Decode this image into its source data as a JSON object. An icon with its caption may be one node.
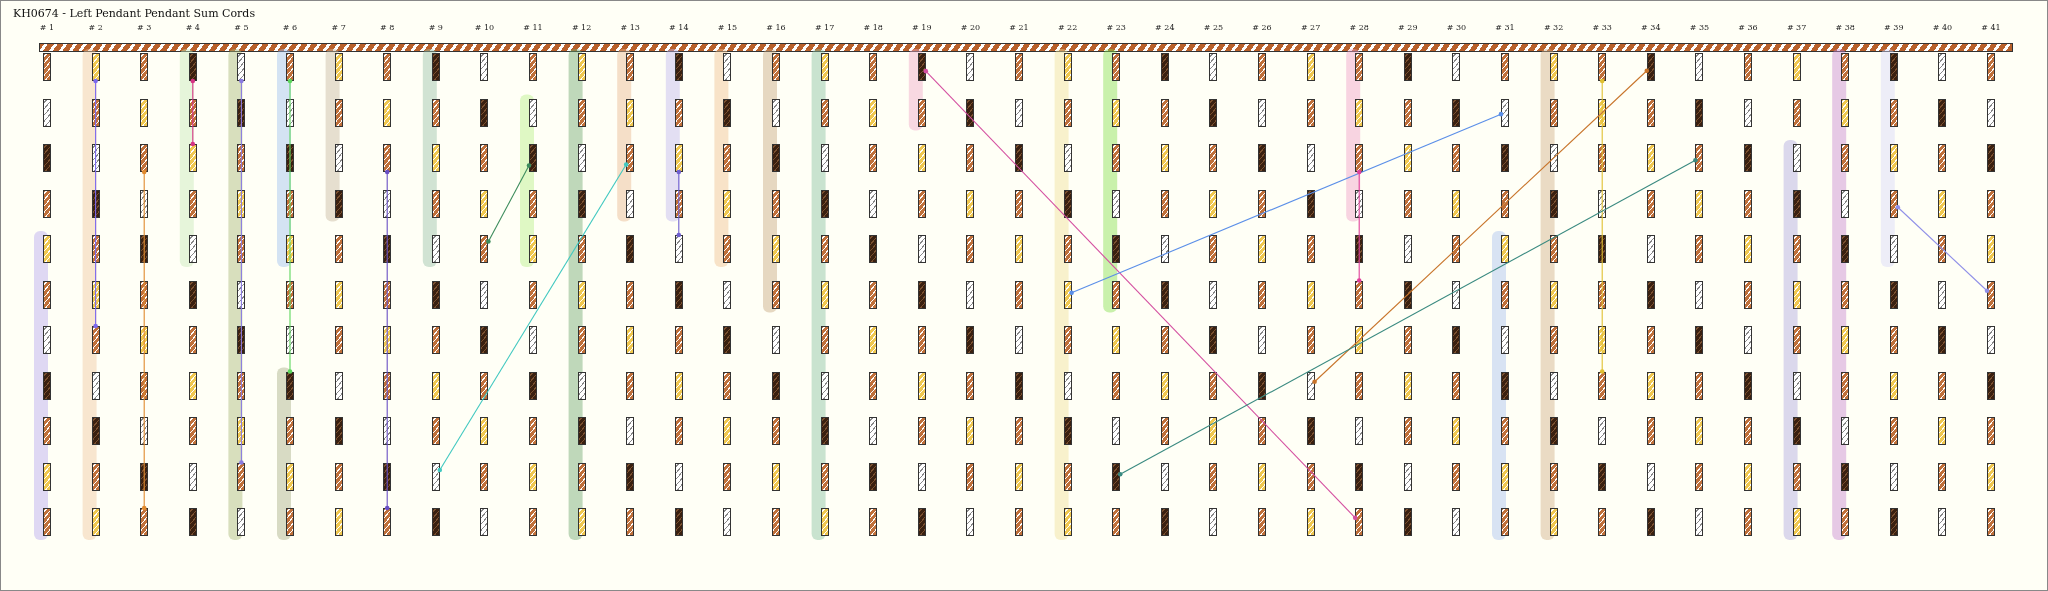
{
  "diagram": {
    "title": "KH0674 - Left Pendant Pendant Sum Cords",
    "nodes": [
      {
        "text": [],
        "shape": "bar"
      },
      {
        "text": [],
        "shape": "bar"
      },
      {
        "text": [],
        "shape": "bar"
      },
      {
        "text": [],
        "shape": "bar"
      },
      {
        "text": [],
        "shape": "bar"
      },
      {
        "text": [],
        "shape": "bar"
      },
      {
        "text": [],
        "shape": "bar"
      },
      {
        "text": [],
        "shape": "bar"
      },
      {
        "text": [],
        "shape": "bar"
      },
      {
        "text": [],
        "shape": "bar"
      },
      {
        "text": [],
        "shape": "bar"
      },
      {
        "text": [],
        "shape": "bar"
      },
      {
        "text": [],
        "shape": "bar"
      },
      {
        "text": [],
        "shape": "bar"
      },
      {
        "text": [],
        "shape": "bar"
      },
      {
        "text": [],
        "shape": "bar"
      },
      {
        "text": [],
        "shape": "bar"
      },
      {
        "text": [],
        "shape": "bar"
      },
      {
        "text": [],
        "shape": "bar"
      },
      {
        "text": [],
        "shape": "bar"
      },
      {
        "text": [],
        "shape": "bar"
      },
      {
        "text": [],
        "shape": "bar"
      },
      {
        "text": [],
        "shape": "bar"
      },
      {
        "text": [],
        "shape": "bar"
      },
      {
        "text": [],
        "shape": "bar"
      },
      {
        "text": [],
        "shape": "bar"
      },
      {
        "text": [],
        "shape": "bar"
      },
      {
        "text": [],
        "shape": "bar"
      },
      {
        "text": [],
        "shape": "bar"
      },
      {
        "text": [],
        "shape": "bar"
      },
      {
        "text": [],
        "shape": "bar"
      },
      {
        "text": [],
        "shape": "bar"
      }
    ],
    "edges": [
      {
        "from": 0,
        "to": 1,
        "arrow": "other",
        "color": "#7b68ee"
      },
      {
        "from": 2,
        "to": 3,
        "arrow": "other",
        "color": "#d63384"
      },
      {
        "from": 4,
        "to": 5,
        "arrow": "other",
        "color": "#8a7be0"
      },
      {
        "from": 6,
        "to": 7,
        "arrow": "other",
        "color": "#e08a2e"
      },
      {
        "from": 8,
        "to": 9,
        "arrow": "other",
        "color": "#5cd65c"
      },
      {
        "from": 10,
        "to": 11,
        "arrow": "other",
        "color": "#6a4fc4"
      },
      {
        "from": 12,
        "to": 13,
        "arrow": "other",
        "color": "#6f5fd0"
      },
      {
        "from": 14,
        "to": 15,
        "arrow": "other",
        "color": "#3c8c5c"
      },
      {
        "from": 16,
        "to": 17,
        "arrow": "other",
        "color": "#d44fa0"
      },
      {
        "from": 18,
        "to": 19,
        "arrow": "other",
        "color": "#5b8fe8"
      },
      {
        "from": 20,
        "to": 21,
        "arrow": "other",
        "color": "#e0c030"
      },
      {
        "from": 22,
        "to": 23,
        "arrow": "other",
        "color": "#c8742a"
      },
      {
        "from": 24,
        "to": 25,
        "arrow": "other",
        "color": "#3a8a80"
      },
      {
        "from": 26,
        "to": 27,
        "arrow": "other",
        "color": "#8f8fe8"
      },
      {
        "from": 28,
        "to": 29,
        "arrow": "other",
        "color": "#e0409a"
      },
      {
        "from": 30,
        "to": 31,
        "arrow": "other",
        "color": "#40c8c0"
      }
    ],
    "labels": [
      "# 1",
      "# 2",
      "# 3",
      "# 4",
      "# 5",
      "# 6",
      "# 7",
      "# 8",
      "# 9",
      "# 10",
      "# 11",
      "# 12",
      "# 13",
      "# 14",
      "# 15",
      "# 16",
      "# 17",
      "# 18",
      "# 19",
      "# 20",
      "# 21",
      "# 22",
      "# 23",
      "# 24",
      "# 25",
      "# 26",
      "# 27",
      "# 28",
      "# 29",
      "# 30",
      "# 31",
      "# 32",
      "# 33",
      "# 34",
      "# 35",
      "# 36",
      "# 37",
      "# 38",
      "# 39",
      "# 40",
      "# 41"
    ]
  }
}
